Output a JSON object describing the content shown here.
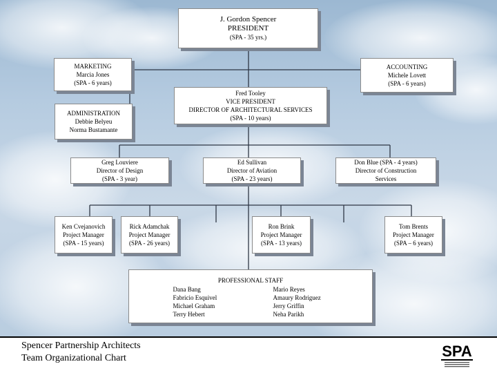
{
  "president": {
    "name": "J. Gordon Spencer",
    "title": "PRESIDENT",
    "tenure": "(SPA - 35 yrs.)"
  },
  "marketing": {
    "dept": "MARKETING",
    "name": "Marcia Jones",
    "tenure": "(SPA - 6 years)"
  },
  "accounting": {
    "dept": "ACCOUNTING",
    "name": "Michele Lovett",
    "tenure": "(SPA - 6 years)"
  },
  "vp": {
    "name": "Fred Tooley",
    "title": "VICE PRESIDENT",
    "subtitle": "DIRECTOR OF ARCHITECTURAL SERVICES",
    "tenure": "(SPA - 10 years)"
  },
  "administration": {
    "dept": "ADMINISTRATION",
    "name1": "Debbie Belyeu",
    "name2": "Norma Bustamante"
  },
  "directors": [
    {
      "name": "Greg Louviere",
      "title": "Director of Design",
      "tenure": "(SPA - 3 year)"
    },
    {
      "name": "Ed Sullivan",
      "title": "Director of Aviation",
      "tenure": "(SPA - 23 years)"
    },
    {
      "name": "Don Blue (SPA - 4 years)",
      "title": "Director of Construction",
      "tenure": "Services"
    }
  ],
  "managers": [
    {
      "name": "Ken Cvejanovich",
      "title": "Project Manager",
      "tenure": "(SPA - 15 years)"
    },
    {
      "name": "Rick Adamchak",
      "title": "Project Manager",
      "tenure": "(SPA - 26 years)"
    },
    {
      "name": "Ron Brink",
      "title": "Project Manager",
      "tenure": "(SPA - 13 years)"
    },
    {
      "name": "Tom Brents",
      "title": "Project Manager",
      "tenure": "(SPA – 6 years)"
    }
  ],
  "staff": {
    "title": "PROFESSIONAL STAFF",
    "col1": [
      "Dana Bang",
      "Fabricio Esquivel",
      "Michael Graham",
      "Terry Hebert"
    ],
    "col2": [
      "Mario Reyes",
      "Amaury Rodriguez",
      "Jerry Griffin",
      "Neha Parikh"
    ]
  },
  "footer": {
    "line1": "Spencer Partnership Architects",
    "line2": "Team Organizational Chart"
  },
  "logo": {
    "text": "SPA"
  }
}
